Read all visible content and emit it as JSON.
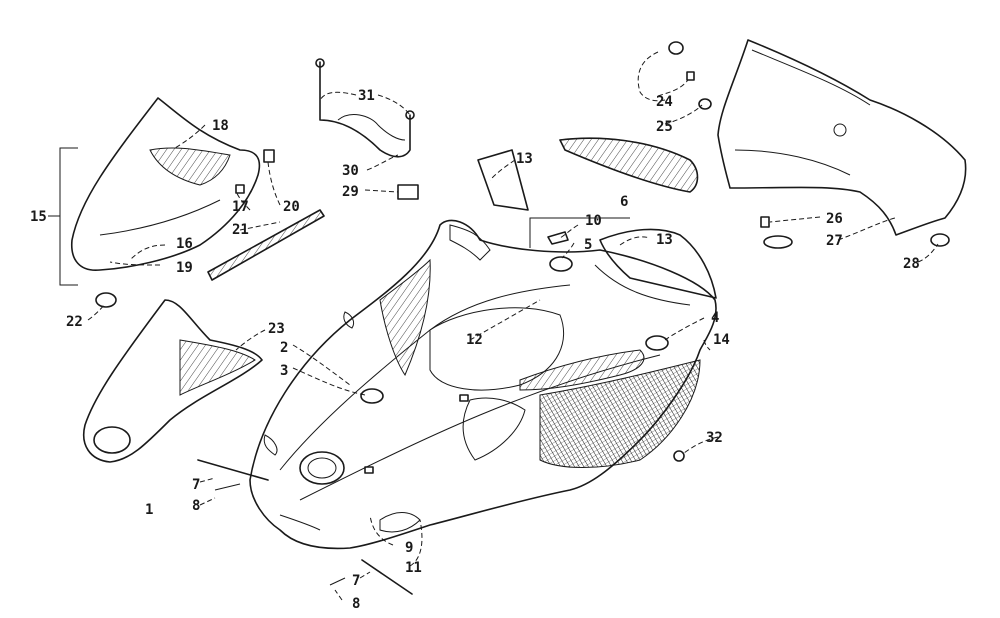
{
  "callouts": [
    {
      "id": "c1",
      "label": "1"
    },
    {
      "id": "c2",
      "label": "2"
    },
    {
      "id": "c3",
      "label": "3"
    },
    {
      "id": "c4",
      "label": "4"
    },
    {
      "id": "c5",
      "label": "5"
    },
    {
      "id": "c6",
      "label": "6"
    },
    {
      "id": "c7a",
      "label": "7"
    },
    {
      "id": "c7b",
      "label": "7"
    },
    {
      "id": "c8a",
      "label": "8"
    },
    {
      "id": "c8b",
      "label": "8"
    },
    {
      "id": "c9",
      "label": "9"
    },
    {
      "id": "c10",
      "label": "10"
    },
    {
      "id": "c11",
      "label": "11"
    },
    {
      "id": "c12",
      "label": "12"
    },
    {
      "id": "c13a",
      "label": "13"
    },
    {
      "id": "c13b",
      "label": "13"
    },
    {
      "id": "c14",
      "label": "14"
    },
    {
      "id": "c15",
      "label": "15"
    },
    {
      "id": "c16",
      "label": "16"
    },
    {
      "id": "c17",
      "label": "17"
    },
    {
      "id": "c18",
      "label": "18"
    },
    {
      "id": "c19",
      "label": "19"
    },
    {
      "id": "c20",
      "label": "20"
    },
    {
      "id": "c21",
      "label": "21"
    },
    {
      "id": "c22",
      "label": "22"
    },
    {
      "id": "c23",
      "label": "23"
    },
    {
      "id": "c24",
      "label": "24"
    },
    {
      "id": "c25",
      "label": "25"
    },
    {
      "id": "c26",
      "label": "26"
    },
    {
      "id": "c27",
      "label": "27"
    },
    {
      "id": "c28",
      "label": "28"
    },
    {
      "id": "c29",
      "label": "29"
    },
    {
      "id": "c30",
      "label": "30"
    },
    {
      "id": "c31",
      "label": "31"
    },
    {
      "id": "c32",
      "label": "32"
    }
  ]
}
